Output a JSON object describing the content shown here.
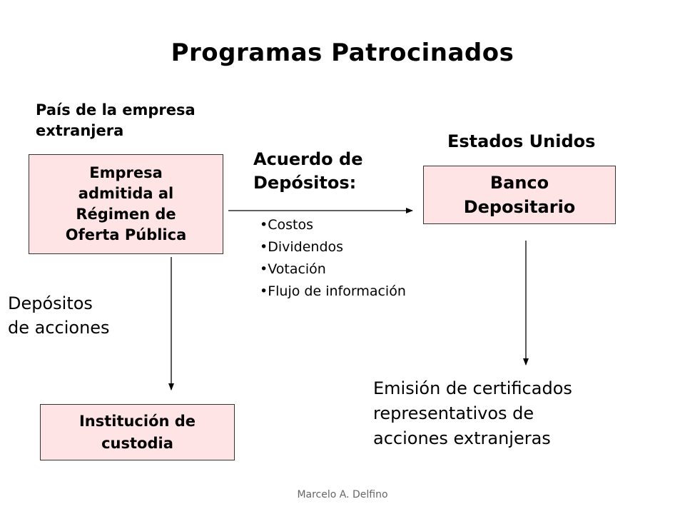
{
  "title": "Programas Patrocinados",
  "labels": {
    "country_of_company": "País de la empresa\nextranjera",
    "united_states": "Estados Unidos",
    "deposit_agreement": "Acuerdo de\nDepósitos:",
    "share_deposits": "Depósitos\nde acciones",
    "issuance": "Emisión de certificados\nrepresentativos de\nacciones extranjeras"
  },
  "boxes": {
    "company": "Empresa\nadmitida al\nRégimen de\nOferta Pública",
    "depositary_bank": "Banco\nDepositario",
    "custody": "Institución de\ncustodia"
  },
  "agreement_items": [
    "Costos",
    "Dividendos",
    "Votación",
    "Flujo de información"
  ],
  "footer": "Marcelo A. Delfino",
  "colors": {
    "box_fill": "#ffe4e6",
    "box_border": "#333333",
    "footer_text": "#666666"
  }
}
